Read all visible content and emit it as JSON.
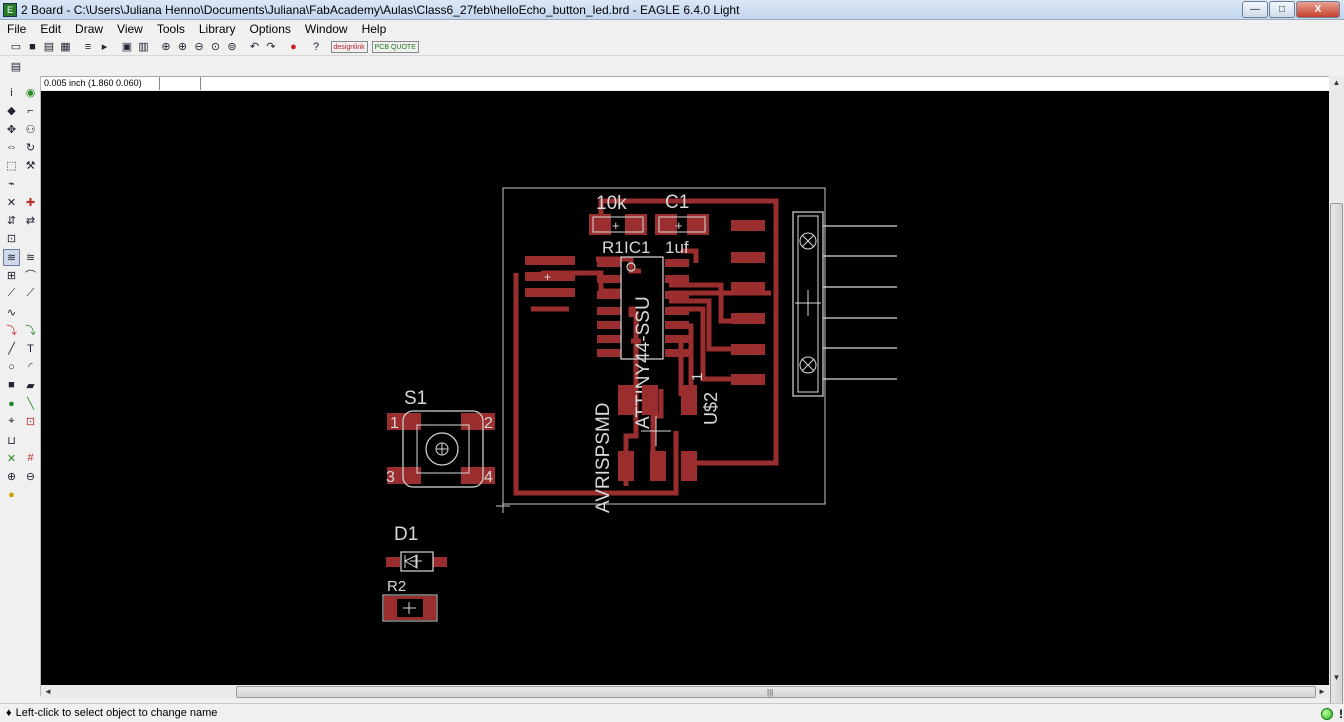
{
  "window": {
    "title": "2 Board - C:\\Users\\Juliana Henno\\Documents\\Juliana\\FabAcademy\\Aulas\\Class6_27feb\\helloEcho_button_led.brd - EAGLE 6.4.0 Light",
    "app_icon_glyph": "E",
    "minimize_glyph": "—",
    "maximize_glyph": "□",
    "close_glyph": "X"
  },
  "menu": [
    "File",
    "Edit",
    "Draw",
    "View",
    "Tools",
    "Library",
    "Options",
    "Window",
    "Help"
  ],
  "toolbar": {
    "icons": [
      "open-icon",
      "save-icon",
      "print-icon",
      "cam-icon",
      "script-icon",
      "run-icon",
      "board-icon",
      "schematic-icon",
      "zoom-fit-icon",
      "zoom-in-icon",
      "zoom-out-icon",
      "zoom-redraw-icon",
      "zoom-select-icon",
      "undo-icon",
      "redo-icon",
      "stop-icon",
      "help-icon"
    ],
    "badge_design_link": "designlink",
    "badge_pcb_quote": "PCB QUOTE"
  },
  "coordinates": "0.005 inch (1.860 0.060)",
  "palette": [
    "info-icon",
    "show-icon",
    "display-icon",
    "mark-icon",
    "move-icon",
    "copy-icon",
    "mirror-icon",
    "rotate-icon",
    "group-icon",
    "change-icon",
    "paste-icon",
    "delete-icon",
    "add-icon",
    "pinswap-icon",
    "replace-icon",
    "lock-icon",
    "smash-icon",
    "name-icon",
    "value-icon",
    "miter-icon",
    "split-icon",
    "optimize-icon",
    "route-icon",
    "ripup-icon",
    "wire-icon",
    "text-icon",
    "circle-icon",
    "arc-icon",
    "rect-icon",
    "polygon-icon",
    "via-icon",
    "signal-icon",
    "hole-icon",
    "attribute-icon",
    "dimension-icon",
    "ratsnest-icon",
    "auto-icon",
    "erc-icon",
    "drc-icon",
    "errors-icon"
  ],
  "board": {
    "colors": {
      "background": "#000000",
      "copper": "#9a2e2e",
      "copper_dark": "#7a2020",
      "outline": "#c8c8c8",
      "silk": "#d8d8d8"
    },
    "labels": {
      "r_value": "10k",
      "c_name": "C1",
      "r_name": "R1",
      "ic_name": "IC1",
      "c_value": "1uf",
      "ic_part": "ATTINY44-SSU",
      "isp_part": "AVRISPSMD",
      "us2": "U$2",
      "us2_pin": "1",
      "s1_name": "S1",
      "s1_pin1": "1",
      "s1_pin2": "2",
      "s1_pin3": "3",
      "s1_pin4": "4",
      "d1_name": "D1",
      "r2_name": "R2"
    }
  },
  "status": {
    "text": "Left-click to select object to change name",
    "prefix_glyph": "♦",
    "warning_glyph": "!"
  },
  "scroll": {
    "up": "▲",
    "down": "▼",
    "left": "◄",
    "right": "►",
    "grip": "|||"
  }
}
